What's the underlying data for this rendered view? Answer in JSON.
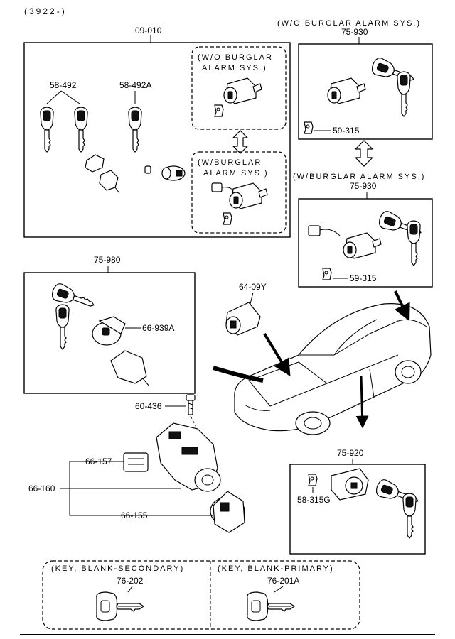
{
  "header": {
    "code": "(3922-)"
  },
  "groups": {
    "g09010": {
      "label": "09-010"
    },
    "wo_alarm_inner": {
      "line1": "(W/O BURGLAR",
      "line2": "ALARM SYS.)"
    },
    "w_alarm_inner": {
      "line1": "(W/BURGLAR",
      "line2": "ALARM SYS.)"
    },
    "wo_alarm_top": {
      "caption": "(W/O BURGLAR ALARM SYS.)",
      "label": "75-930"
    },
    "w_alarm_top": {
      "caption": "(W/BURGLAR ALARM SYS.)",
      "label": "75-930"
    },
    "g75980": {
      "label": "75-980"
    },
    "g75920": {
      "label": "75-920"
    },
    "key_secondary": {
      "caption": "(KEY, BLANK-SECONDARY)",
      "label": "76-202"
    },
    "key_primary": {
      "caption": "(KEY, BLANK-PRIMARY)",
      "label": "76-201A"
    }
  },
  "parts": {
    "p58492": "58-492",
    "p58492A": "58-492A",
    "p59315_a": "59-315",
    "p59315_b": "59-315",
    "p6409Y": "64-09Y",
    "p66939A": "66-939A",
    "p60436": "60-436",
    "p66157": "66-157",
    "p66160": "66-160",
    "p66155": "66-155",
    "p58315G": "58-315G"
  }
}
